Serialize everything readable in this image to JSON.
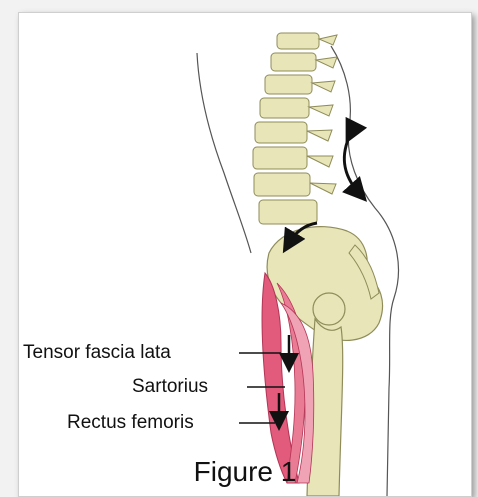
{
  "labels": {
    "tensor": "Tensor fascia lata",
    "sartorius": "Sartorius",
    "rectus": "Rectus femoris"
  },
  "caption": "Figure 1",
  "colors": {
    "bone": "#e8e6b8",
    "bone_outline": "#8f8c5a",
    "muscle": "#e25a7c",
    "body_outline": "#555555",
    "arrow": "#111111"
  },
  "icons": {
    "tilt_arrow": "curved-arrow-icon",
    "pelvis_arrow": "curved-arrow-icon",
    "muscle_arrows": "down-arrow-icon"
  }
}
